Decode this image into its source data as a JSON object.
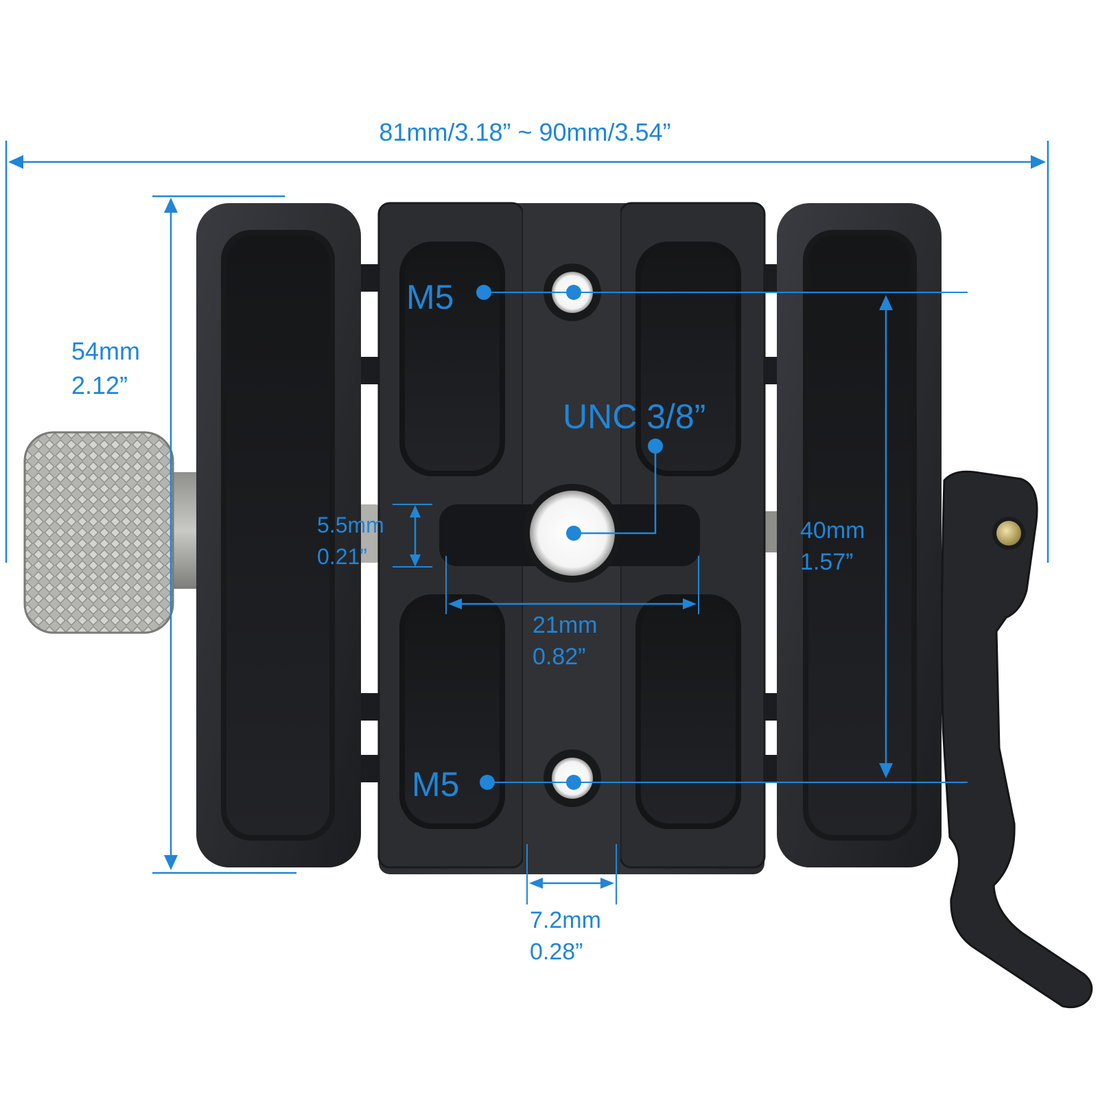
{
  "dimensions": {
    "overall_width": "81mm/3.18” ~ 90mm/3.54”",
    "height_mm": "54mm",
    "height_in": "2.12”",
    "hole_spacing_mm": "40mm",
    "hole_spacing_in": "1.57”",
    "slot_height_mm": "5.5mm",
    "slot_height_in": "0.21”",
    "slot_width_mm": "21mm",
    "slot_width_in": "0.82”",
    "groove_width_mm": "7.2mm",
    "groove_width_in": "0.28”"
  },
  "holes": {
    "top": "M5",
    "center": "UNC 3/8”",
    "bottom": "M5"
  },
  "colors": {
    "annotation": "#1f86d8",
    "body": "#26272b",
    "knob": "#a9a9a6"
  }
}
